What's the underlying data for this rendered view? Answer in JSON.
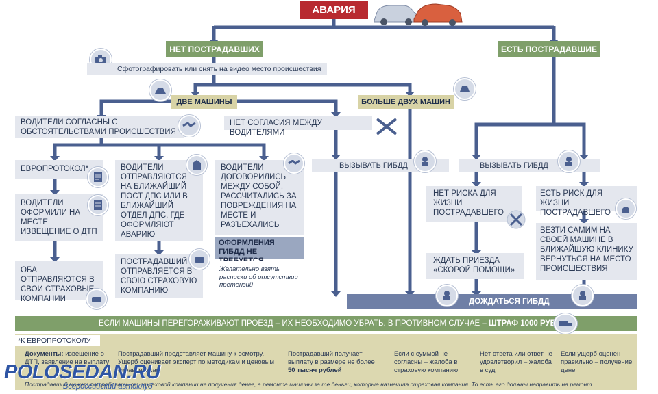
{
  "title": "АВАРИЯ",
  "branches": {
    "left": "НЕТ ПОСТРАДАВШИХ",
    "right": "ЕСТЬ ПОСТРАДАВШИЕ"
  },
  "photo_step": "Сфотографировать или снять на видео место происшествия",
  "two_cars": "ДВЕ МАШИНЫ",
  "more_cars": "БОЛЬШЕ ДВУХ МАШИН",
  "agree": "ВОДИТЕЛИ СОГЛАСНЫ С ОБСТОЯТЕЛЬСТВАМИ ПРОИСШЕСТВИЯ",
  "disagree": "НЕТ СОГЛАСИЯ МЕЖДУ ВОДИТЕЛЯМИ",
  "europrotocol": "ЕВРОПРОТОКОЛ*",
  "drivers_filled": "ВОДИТЕЛИ ОФОРМИЛИ НА МЕСТЕ ИЗВЕЩЕНИЕ О ДТП",
  "both_go": "ОБА ОТПРАВЛЯЮТСЯ В СВОИ СТРАХОВЫЕ КОМПАНИИ",
  "drivers_go_post": "ВОДИТЕЛИ ОТПРАВЛЯЮТСЯ НА БЛИЖАЙШИЙ ПОСТ ДПС ИЛИ В БЛИЖАЙШИЙ ОТДЕЛ ДПС, ГДЕ ОФОРМЛЯЮТ АВАРИЮ",
  "victim_goes": "ПОСТРАДАВШИЙ ОТПРАВЛЯЕТСЯ В СВОЮ СТРАХОВУЮ КОМПАНИЮ",
  "drivers_agreed": "ВОДИТЕЛИ ДОГОВОРИЛИСЬ МЕЖДУ СОБОЙ, РАССЧИТАЛИСЬ ЗА ПОВРЕЖДЕНИЯ НА МЕСТЕ И РАЗЪЕХАЛИСЬ",
  "no_gibdd": "ОФОРМЛЕНИЯ ГИБДД НЕ ТРЕБУЕТСЯ",
  "receipts": "Желательно взять расписки об отсутствии претензий",
  "call_gibdd": "ВЫЗЫВАТЬ ГИБДД",
  "no_risk": "НЕТ РИСКА ДЛЯ ЖИЗНИ ПОСТРАДАВШЕГО",
  "wait_ambulance": "ЖДАТЬ ПРИЕЗДА «СКОРОЙ ПОМОЩИ»",
  "risk": "ЕСТЬ РИСК ДЛЯ ЖИЗНИ ПОСТРАДАВШЕГО",
  "drive_clinic": "ВЕЗТИ САМИМ НА СВОЕЙ МАШИНЕ В БЛИЖАЙШУЮ КЛИНИКУ ВЕРНУТЬСЯ НА МЕСТО ПРОИСШЕСТВИЯ",
  "wait_gibdd": "ДОЖДАТЬСЯ ГИБДД",
  "banner": {
    "main": "ЕСЛИ МАШИНЫ ПЕРЕГОРАЖИВАЮТ ПРОЕЗД – ИХ НЕОБХОДИМО УБРАТЬ. В ПРОТИВНОМ СЛУЧАЕ – ",
    "fine": "ШТРАФ 1000 РУБЛЕЙ"
  },
  "footnote": {
    "title": "*К ЕВРОПРОТОКОЛУ",
    "col1_bold": "Документы:",
    "col1": " извещение о ДТП, заявление на выплату",
    "col2": "Пострадавший представляет машину к осмотру. Ущерб оценивает эксперт по методикам и ценовым справочникам",
    "col3": "Пострадавший получает выплату в размере не более",
    "col3_bold": "50 тысяч рублей",
    "col4": "Если с суммой не согласны – жалоба в страховую компанию",
    "col5": "Нет ответа или ответ не удовлетворил – жалоба в суд",
    "col6": "Если ущерб оценен правильно – получение денег",
    "bottom_line": "Пострадавший может потребовать от страховой компании не получения денег, а ремонта машины за те деньги, которые назначила страховая компания. То есть его должны направить на ремонт"
  },
  "watermark": {
    "site": "POLOSEDAN.RU",
    "tag": "Всероссийский автоклуб"
  },
  "colors": {
    "red": "#b8292f",
    "green": "#7f9f6a",
    "khaki": "#d8d3a6",
    "line": "#4a5f8f",
    "box": "#e4e7ee"
  }
}
